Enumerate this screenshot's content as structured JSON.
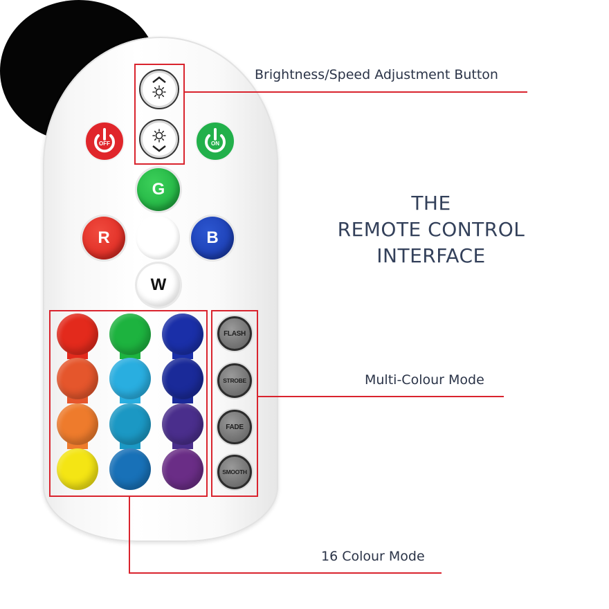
{
  "title": {
    "line1": "THE",
    "line2": "REMOTE CONTROL",
    "line3": "INTERFACE"
  },
  "annotations": {
    "brightness": "Brightness/Speed Adjustment Button",
    "multi_colour": "Multi-Colour Mode",
    "sixteen_colour": "16 Colour Mode"
  },
  "power": {
    "off_label": "OFF",
    "on_label": "ON",
    "off_color": "#e0262b",
    "on_color": "#22b04b"
  },
  "rgbw": {
    "g": "G",
    "r": "R",
    "b": "B",
    "w": "W"
  },
  "modes": [
    "FLASH",
    "STROBE",
    "FADE",
    "SMOOTH"
  ],
  "colour_grid": [
    [
      "#e32a1c",
      "#1db33f",
      "#1a2fa8"
    ],
    [
      "#e5562c",
      "#29aee0",
      "#1a2a99"
    ],
    [
      "#ee7b2c",
      "#1b98c4",
      "#4a2e8c"
    ],
    [
      "#f4e514",
      "#1871b8",
      "#6a2d86"
    ]
  ],
  "accent_color": "#d9232d"
}
